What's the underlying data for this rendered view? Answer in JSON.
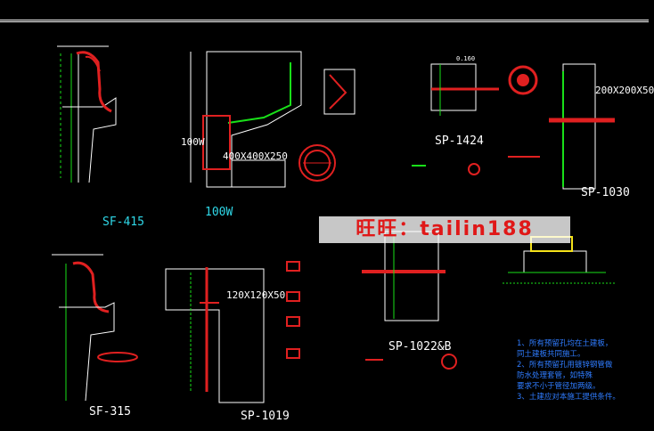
{
  "labels": {
    "sf415": "SF-415",
    "w100": "100W",
    "sp1424": "SP-1424",
    "sp1030": "SP-1030",
    "sf315": "SF-315",
    "sp1019": "SP-1019",
    "sp1022": "SP-1022&B",
    "dim400": "400X400X250",
    "dim100w": "100W",
    "dim200": "200X200X50",
    "dim120": "120X120X50",
    "val0160": "0.160"
  },
  "watermark": "旺旺：tailin188",
  "notes": [
    "1、所有预留孔均在土建板，",
    "   同土建板共同施工。",
    "2、所有预留孔用镀锌钢管做",
    "   防水处理套管，如特殊",
    "   要求不小于管径加两级。",
    "3、土建应对本施工提供条件。"
  ],
  "colors": {
    "background": "#000000",
    "line": "#ffffff",
    "red": "#e02020",
    "green": "#19e019",
    "cyan": "#2fd8e8",
    "yellow": "#f5e21a"
  }
}
